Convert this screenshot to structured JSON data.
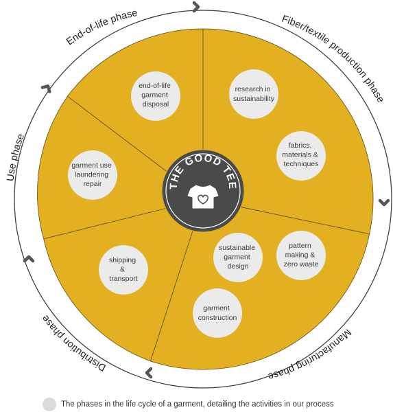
{
  "colors": {
    "wedge_fill": "#E3B022",
    "wedge_border": "#5a4a20",
    "bubble_fill": "#EBEBEB",
    "center_fill": "#4A4A4A",
    "ring_stroke": "#3f3f3f",
    "brand_text": "#FFFFFF"
  },
  "center": {
    "brand": "THE GOOD TEE",
    "icon": "tshirt-heart-icon"
  },
  "phases": [
    {
      "id": "end-of-life",
      "label": "End-of-life phase"
    },
    {
      "id": "fiber",
      "label": "Fiber/textile production phase"
    },
    {
      "id": "manufacturing",
      "label": "Manufacturing phase"
    },
    {
      "id": "distribution",
      "label": "Distribution phase"
    },
    {
      "id": "use",
      "label": "Use phase"
    }
  ],
  "activities": [
    {
      "id": "eol-disposal",
      "lines": [
        "end-of-life",
        "garment",
        "disposal"
      ]
    },
    {
      "id": "research",
      "lines": [
        "research in",
        "sustainability"
      ]
    },
    {
      "id": "fabrics",
      "lines": [
        "fabrics,",
        "materials &",
        "techniques"
      ]
    },
    {
      "id": "pattern",
      "lines": [
        "pattern",
        "making &",
        "zero waste"
      ]
    },
    {
      "id": "sustainable-design",
      "lines": [
        "sustainable",
        "garment",
        "design"
      ]
    },
    {
      "id": "construction",
      "lines": [
        "garment",
        "construction"
      ]
    },
    {
      "id": "shipping",
      "lines": [
        "shipping",
        "&",
        "transport"
      ]
    },
    {
      "id": "garment-use",
      "lines": [
        "garment use",
        "laundering",
        "repair"
      ]
    }
  ],
  "legend": {
    "text": "The phases in the life cycle of a garment, detailing the activities in our process",
    "dot_color": "#DCDCDC"
  }
}
